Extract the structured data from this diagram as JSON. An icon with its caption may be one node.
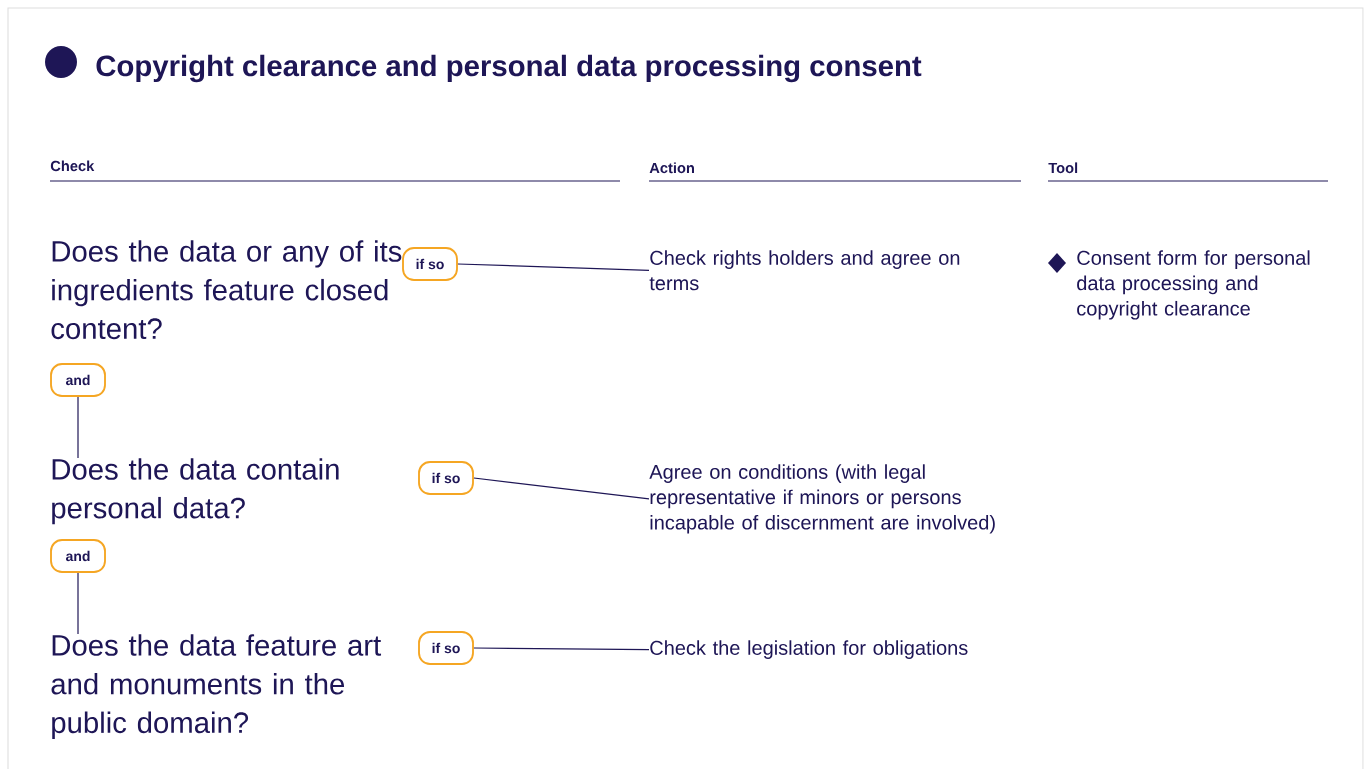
{
  "diagram": {
    "title": "Copyright clearance and personal data processing consent",
    "nodes": [
      {
        "text": [
          "Does the data or any of its ingredients feature closed content?"
        ]
      },
      {
        "text": [
          "if so"
        ]
      },
      {
        "text": [
          "Check rights holders and agree on terms"
        ]
      },
      {
        "text": [
          "and"
        ]
      },
      {
        "text": [
          "Does the data contain personal data?"
        ]
      },
      {
        "text": [
          "if so"
        ]
      },
      {
        "text": [
          "Agree on conditions (with legal representative if minors or persons incapable of discernment are involved)"
        ]
      },
      {
        "text": [
          "and"
        ]
      },
      {
        "text": [
          "Does the data feature art and monuments in the public domain?"
        ]
      },
      {
        "text": [
          "if so"
        ]
      },
      {
        "text": [
          "Check the legislation for obligations"
        ]
      }
    ],
    "edges": [
      {
        "from": 1,
        "to": 2,
        "arrow": "none"
      },
      {
        "from": 3,
        "to": 4,
        "arrow": "none"
      },
      {
        "from": 5,
        "to": 6,
        "arrow": "none"
      },
      {
        "from": 7,
        "to": 8,
        "arrow": "none"
      },
      {
        "from": 9,
        "to": 10,
        "arrow": "none"
      }
    ],
    "labels": [
      "Check",
      "Action",
      "Tool",
      "Consent form for personal data processing and copyright clearance"
    ]
  }
}
